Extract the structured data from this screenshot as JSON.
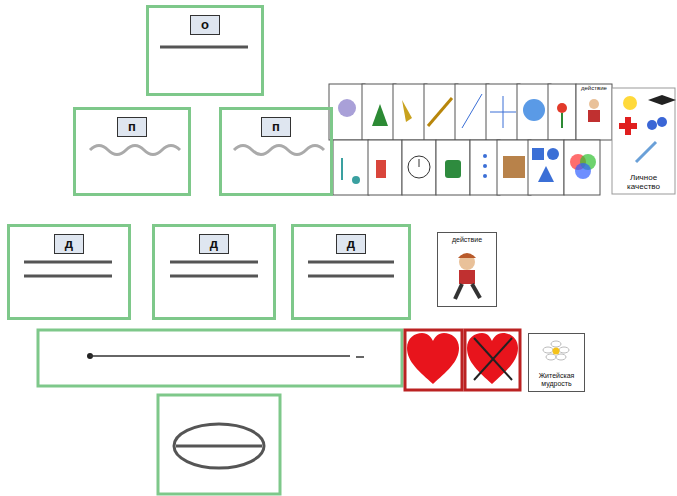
{
  "diagram": {
    "nodes": [
      {
        "text": [
          "о"
        ]
      },
      {
        "text": [
          "п"
        ]
      },
      {
        "text": [
          "п"
        ]
      },
      {
        "text": [
          "д"
        ]
      },
      {
        "text": [
          "д"
        ]
      },
      {
        "text": [
          "д"
        ]
      },
      {
        "text": [
          "действие"
        ]
      },
      {
        "text": [
          "Житейская мудрость"
        ]
      },
      {
        "text": [
          "Личное качество"
        ]
      }
    ],
    "labels": [
      "действие"
    ]
  }
}
